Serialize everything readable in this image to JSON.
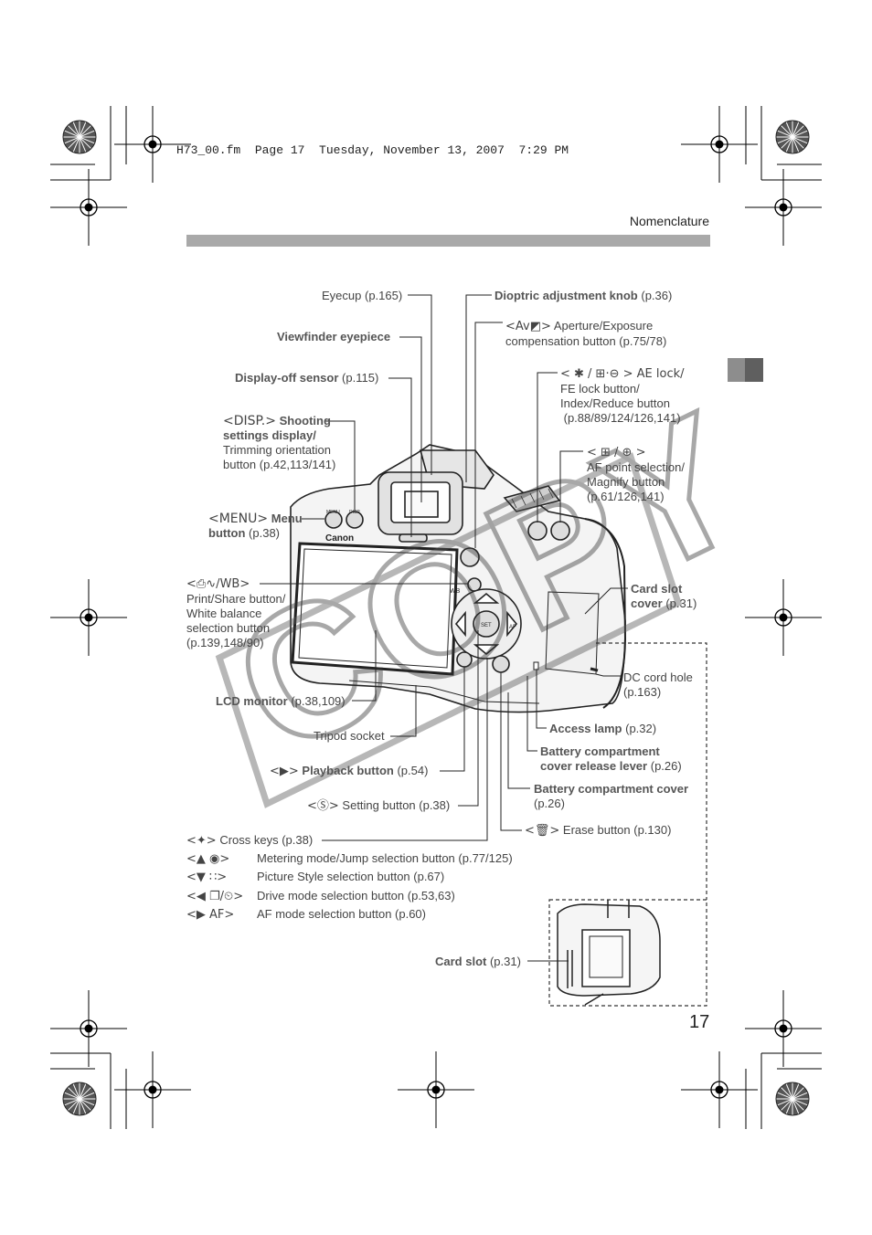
{
  "print_header": {
    "file": "H73_00.fm",
    "page": "Page 17",
    "date": "Tuesday, November 13, 2007",
    "time": "7:29 PM"
  },
  "section_title": "Nomenclature",
  "page_number": "17",
  "watermark": "COPY",
  "camera_markings": {
    "brand": "Canon",
    "menu_key": "MENU",
    "disp_key": "DISP.",
    "wb_key": "WB",
    "set_key": "SET",
    "af_key": "AF"
  },
  "callouts": {
    "eyecup": {
      "name": "Eyecup",
      "ref": "(p.165)"
    },
    "dioptric": {
      "name": "Dioptric adjustment knob",
      "ref": "(p.36)"
    },
    "aperture": {
      "symbol": "<Av◩>",
      "text1": "Aperture/Exposure",
      "text2": "compensation button (p.75/78)"
    },
    "viewfinder": {
      "name": "Viewfinder eyepiece"
    },
    "display_off": {
      "name": "Display-off sensor",
      "ref": "(p.115)"
    },
    "ae_lock": {
      "line1": "< ✱ / ⊞·⊖ > AE lock/",
      "line2": "FE lock button/",
      "line3": "Index/Reduce button",
      "line4": "(p.88/89/124/126,141)"
    },
    "disp_button": {
      "symbol": "<DISP.>",
      "name1": "Shooting",
      "name2": "settings display/",
      "line3": "Trimming orientation",
      "line4": "button (p.42,113/141)"
    },
    "af_point": {
      "line1": "< ⊞ / ⊕ >",
      "line2": "AF point selection/",
      "line3": "Magnify button",
      "line4": "(p.61/126,141)"
    },
    "menu_button": {
      "symbol": "<MENU>",
      "name1": "Menu",
      "name2": "button",
      "ref": "(p.38)"
    },
    "print_share": {
      "line1": "<⎙∿/WB>",
      "line2": "Print/Share button/",
      "line3": "White balance",
      "line4": "selection button",
      "line5": "(p.139,148/90)"
    },
    "card_slot_cover": {
      "name1": "Card slot",
      "name2": "cover",
      "ref": "(p.31)"
    },
    "dc_cord": {
      "line1": "DC cord hole",
      "line2": "(p.163)"
    },
    "lcd": {
      "name": "LCD monitor",
      "ref": "(p.38,109)"
    },
    "access_lamp": {
      "name": "Access lamp",
      "ref": "(p.32)"
    },
    "tripod": {
      "name": "Tripod socket"
    },
    "battery_lever": {
      "name1": "Battery compartment",
      "name2": "cover release lever",
      "ref": "(p.26)"
    },
    "playback": {
      "symbol": "<▶>",
      "name": "Playback button",
      "ref": "(p.54)"
    },
    "battery_cover": {
      "name": "Battery compartment cover",
      "ref": "(p.26)"
    },
    "setting": {
      "symbol": "<Ⓢ>",
      "text": "Setting button (p.38)"
    },
    "erase": {
      "symbol": "<🗑>",
      "text": "Erase button (p.130)"
    },
    "card_slot": {
      "name": "Card slot",
      "ref": "(p.31)"
    }
  },
  "cross_keys": {
    "main": {
      "symbol": "<✦>",
      "text": "Cross keys (p.38)"
    },
    "items": [
      {
        "symbol": "<▲ ◉>",
        "text": "Metering mode/Jump selection button (p.77/125)"
      },
      {
        "symbol": "<▼ ∷>",
        "text": "Picture Style selection button (p.67)"
      },
      {
        "symbol": "<◀ ❐/⏲>",
        "text": "Drive mode selection button (p.53,63)"
      },
      {
        "symbol": "<▶ AF>",
        "text": "AF mode selection button (p.60)"
      }
    ]
  }
}
